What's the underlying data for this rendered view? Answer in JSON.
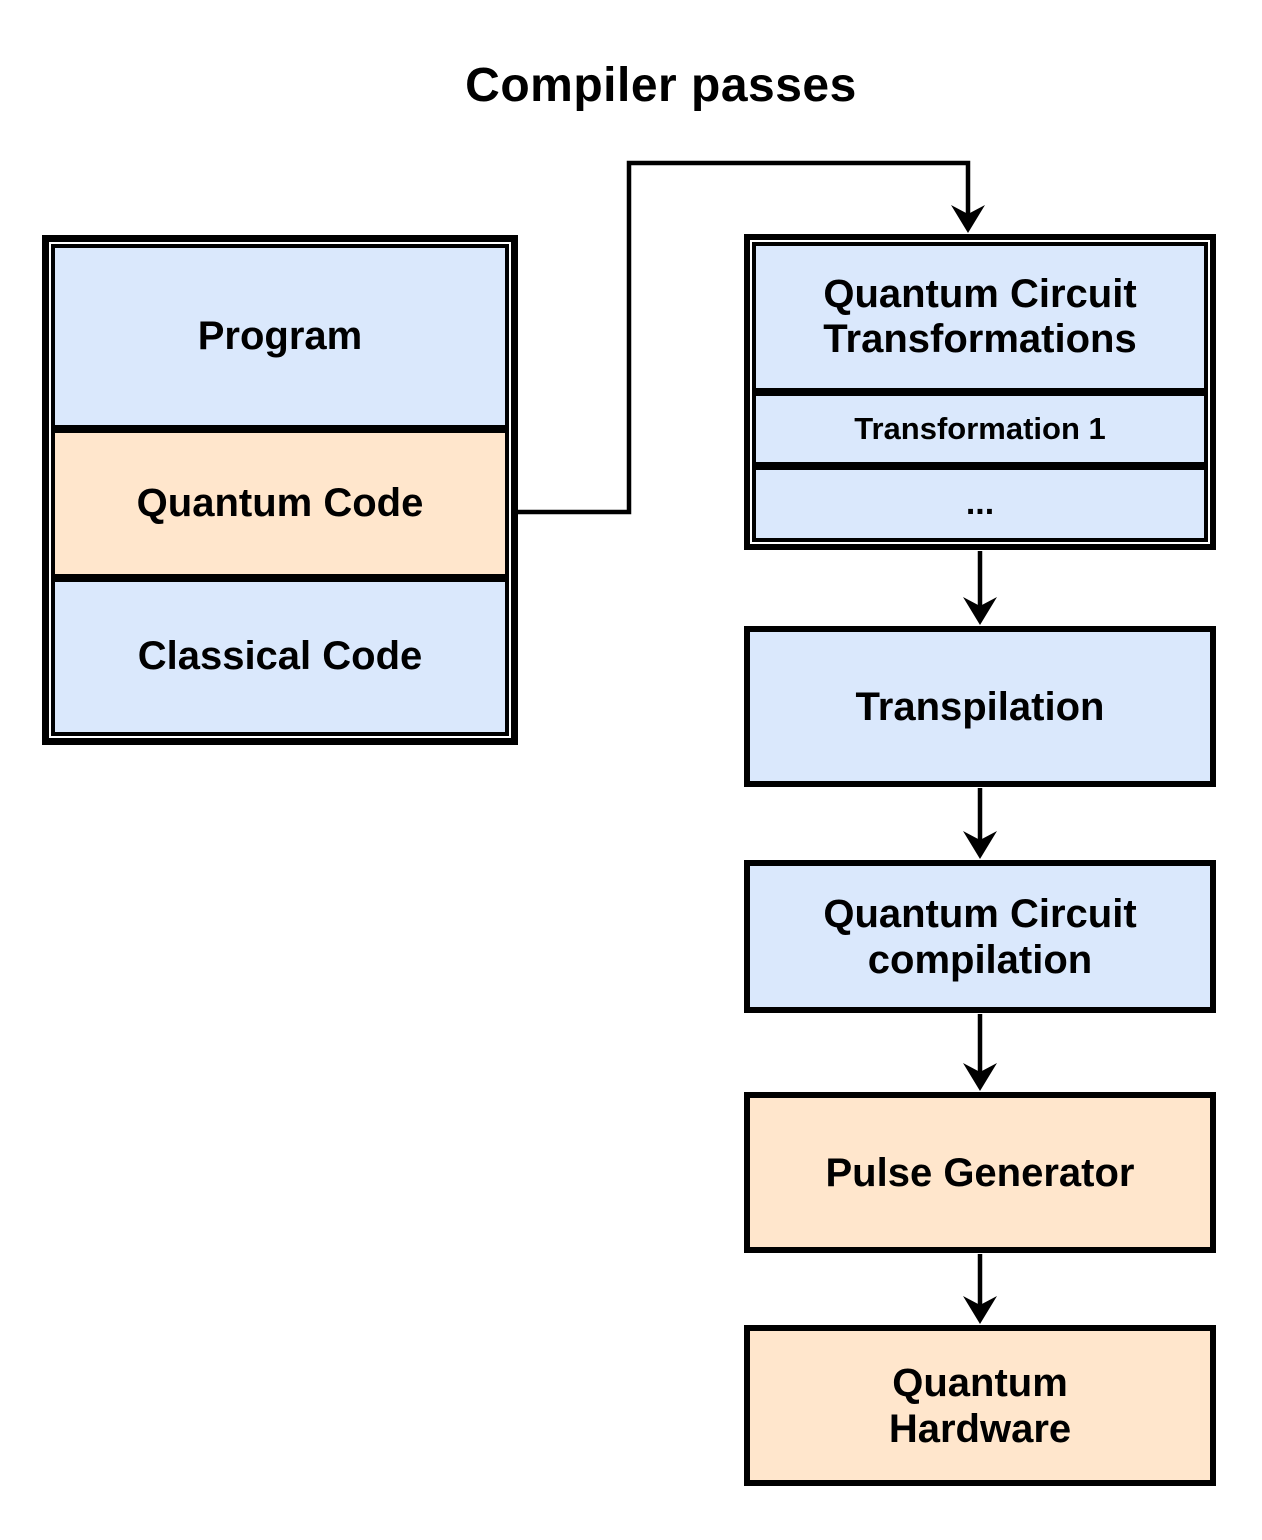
{
  "title": "Compiler passes",
  "colors": {
    "box_blue": "#dae8fc",
    "box_orange": "#ffe6cc",
    "stroke": "#000000",
    "background": "#ffffff"
  },
  "program_stack": {
    "label": "Program",
    "children": [
      {
        "label": "Quantum Code",
        "color": "orange"
      },
      {
        "label": "Classical Code",
        "color": "blue"
      }
    ]
  },
  "pipeline": [
    {
      "label": "Quantum Circuit Transformations",
      "color": "blue",
      "sub_items": [
        "Transformation 1",
        "..."
      ]
    },
    {
      "label": "Transpilation",
      "color": "blue"
    },
    {
      "label": "Quantum Circuit compilation",
      "color": "blue"
    },
    {
      "label": "Pulse Generator",
      "color": "orange"
    },
    {
      "label": "Quantum Hardware",
      "color": "orange"
    }
  ],
  "connections": [
    {
      "from": "Quantum Code",
      "to": "Quantum Circuit Transformations"
    },
    {
      "from": "Quantum Circuit Transformations",
      "to": "Transpilation"
    },
    {
      "from": "Transpilation",
      "to": "Quantum Circuit compilation"
    },
    {
      "from": "Quantum Circuit compilation",
      "to": "Pulse Generator"
    },
    {
      "from": "Pulse Generator",
      "to": "Quantum Hardware"
    }
  ]
}
